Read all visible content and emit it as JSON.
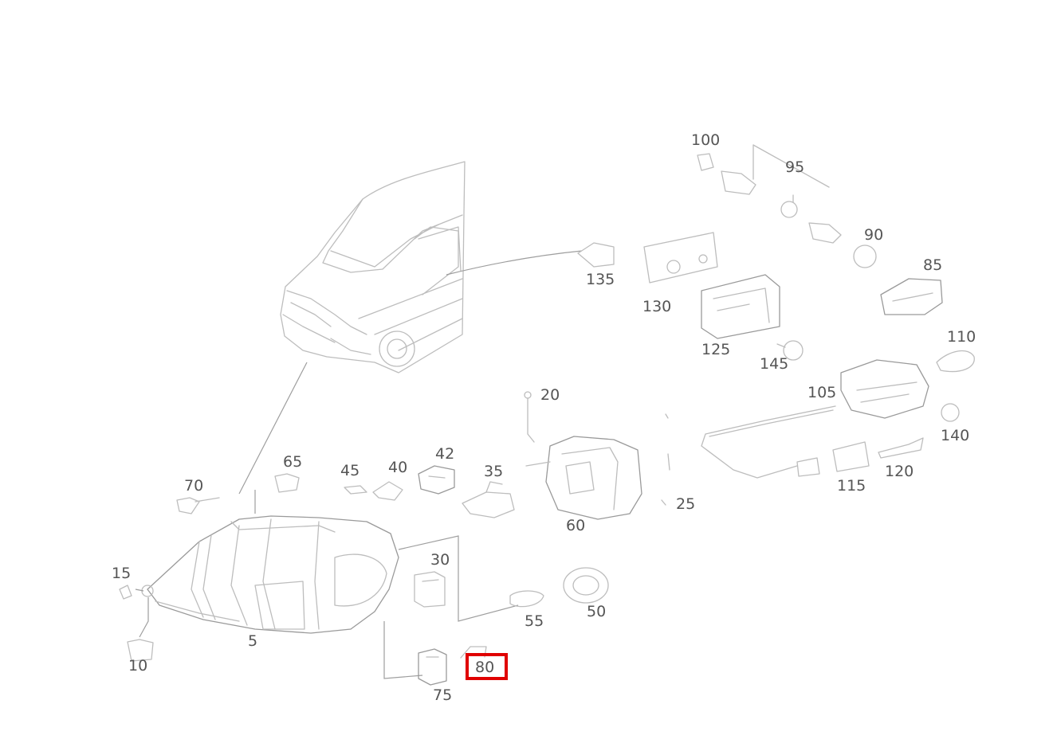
{
  "diagram": {
    "highlight_color": "#e00000",
    "highlighted_label": "80",
    "labels": {
      "l5": "5",
      "l10": "10",
      "l15": "15",
      "l20": "20",
      "l25": "25",
      "l30": "30",
      "l35": "35",
      "l40": "40",
      "l42": "42",
      "l45": "45",
      "l50": "50",
      "l55": "55",
      "l60": "60",
      "l65": "65",
      "l70": "70",
      "l75": "75",
      "l80": "80",
      "l85": "85",
      "l90": "90",
      "l95": "95",
      "l100": "100",
      "l105": "105",
      "l110": "110",
      "l115": "115",
      "l120": "120",
      "l125": "125",
      "l130": "130",
      "l135": "135",
      "l140": "140",
      "l145": "145"
    }
  }
}
